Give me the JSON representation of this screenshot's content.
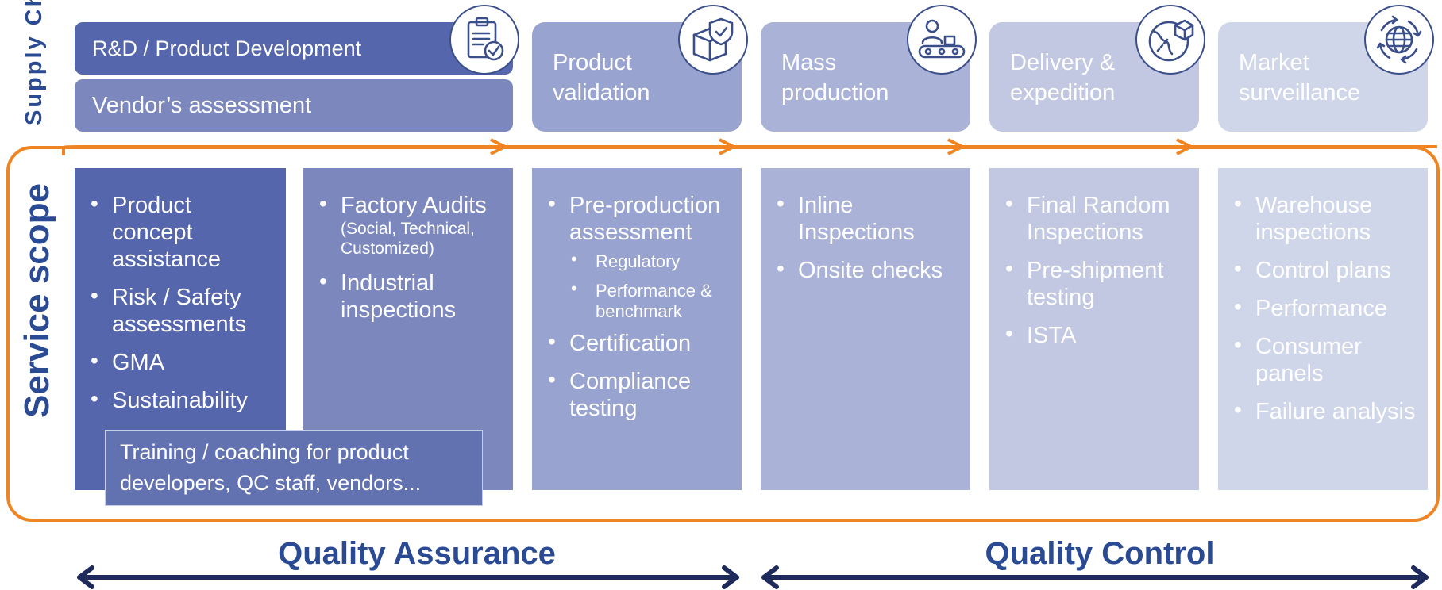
{
  "supply_chain_label": "Supply Chain",
  "service_scope_label": "Service scope",
  "stages": {
    "rd": "R&D / Product Development",
    "vendor": "Vendor’s assessment",
    "validation": "Product\nvalidation",
    "mass": "Mass\nproduction",
    "delivery": "Delivery &\nexpedition",
    "market": "Market\nsurveillance"
  },
  "icons": {
    "validation": "clipboard-check-icon",
    "mass": "shield-box-icon",
    "delivery": "conveyor-worker-icon",
    "market": "globe-box-icon",
    "final": "globe-cycle-icon"
  },
  "columns": {
    "c1": {
      "items": [
        "Product concept assistance",
        "Risk /  Safety assessments",
        "GMA",
        "Sustainability"
      ]
    },
    "c2": {
      "item1": "Factory Audits",
      "item1_sub": "(Social, Technical, Customized)",
      "item2": "Industrial inspections"
    },
    "c3": {
      "item1": "Pre-production assessment",
      "sub1": "Regulatory",
      "sub2": "Performance & benchmark",
      "item2": "Certification",
      "item3": "Compliance testing"
    },
    "c4": {
      "items": [
        "Inline Inspections",
        "Onsite checks"
      ]
    },
    "c5": {
      "items": [
        "Final Random Inspections",
        "Pre-shipment testing",
        "ISTA"
      ]
    },
    "c6": {
      "items": [
        "Warehouse inspections",
        "Control plans",
        "Performance",
        "Consumer panels",
        "Failure analysis"
      ]
    }
  },
  "training": "Training / coaching for product developers, QC staff, vendors...",
  "quality_assurance": "Quality Assurance",
  "quality_control": "Quality Control",
  "colors": {
    "dark_blue": "#5566ac",
    "mid_blue": "#7c88bd",
    "light_blue1": "#98a3cf",
    "light_blue2": "#aab3d7",
    "light_blue3": "#c2c8e2",
    "lightest": "#d0d6ea",
    "orange": "#ef8422",
    "navy": "#1f2a5c",
    "title_blue": "#2a4a94"
  }
}
